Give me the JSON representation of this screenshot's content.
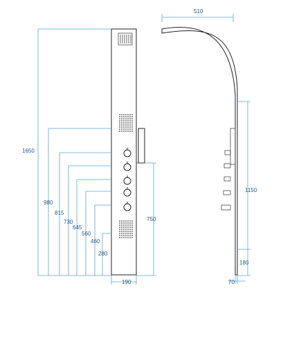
{
  "front_view": {
    "total_height": "1650",
    "width": "190",
    "outlet_heights": [
      "980",
      "815",
      "730",
      "645",
      "560",
      "460",
      "280"
    ],
    "side_height": "750"
  },
  "side_view": {
    "projection": "510",
    "column_height": "1150",
    "bottom_height": "180",
    "depth": "70"
  },
  "colors": {
    "dimension": "#5fa3d0",
    "dimension_text": "#1f5a86",
    "outline": "#222222"
  }
}
